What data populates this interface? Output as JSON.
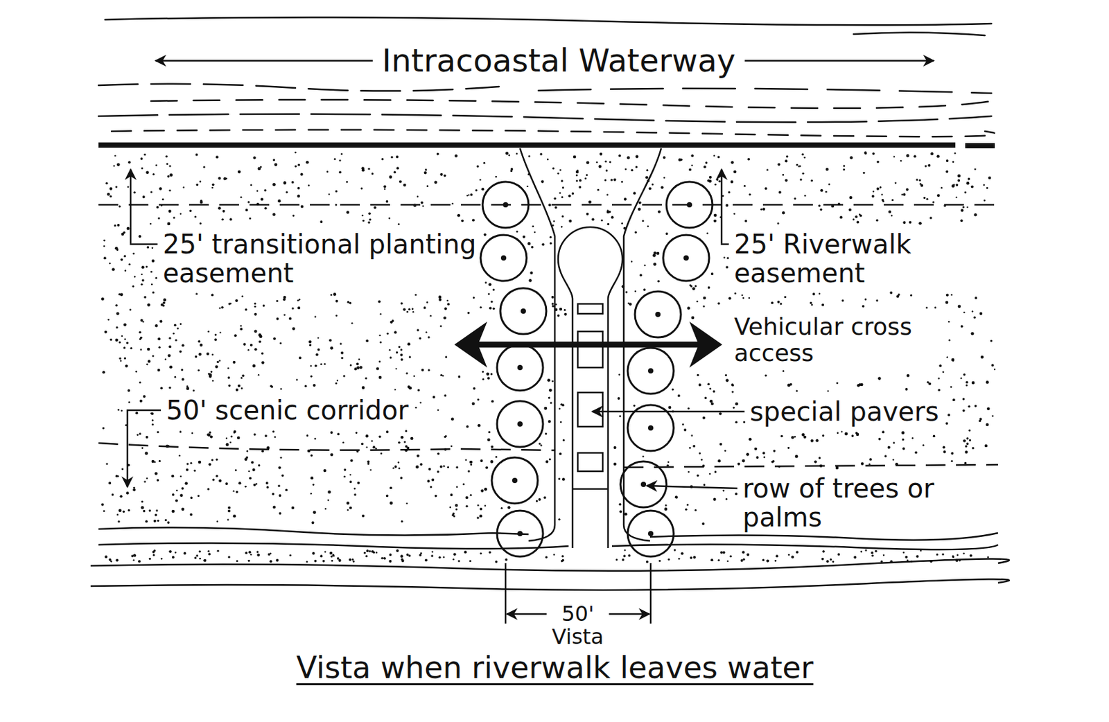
{
  "diagram": {
    "caption": "Vista when riverwalk leaves water",
    "labels": [
      "Intracoastal Waterway",
      "25' transitional planting easement",
      "25' Riverwalk easement",
      "Vehicular cross access",
      "50' scenic corridor",
      "special pavers",
      "row of trees or palms",
      "50' Vista"
    ]
  }
}
